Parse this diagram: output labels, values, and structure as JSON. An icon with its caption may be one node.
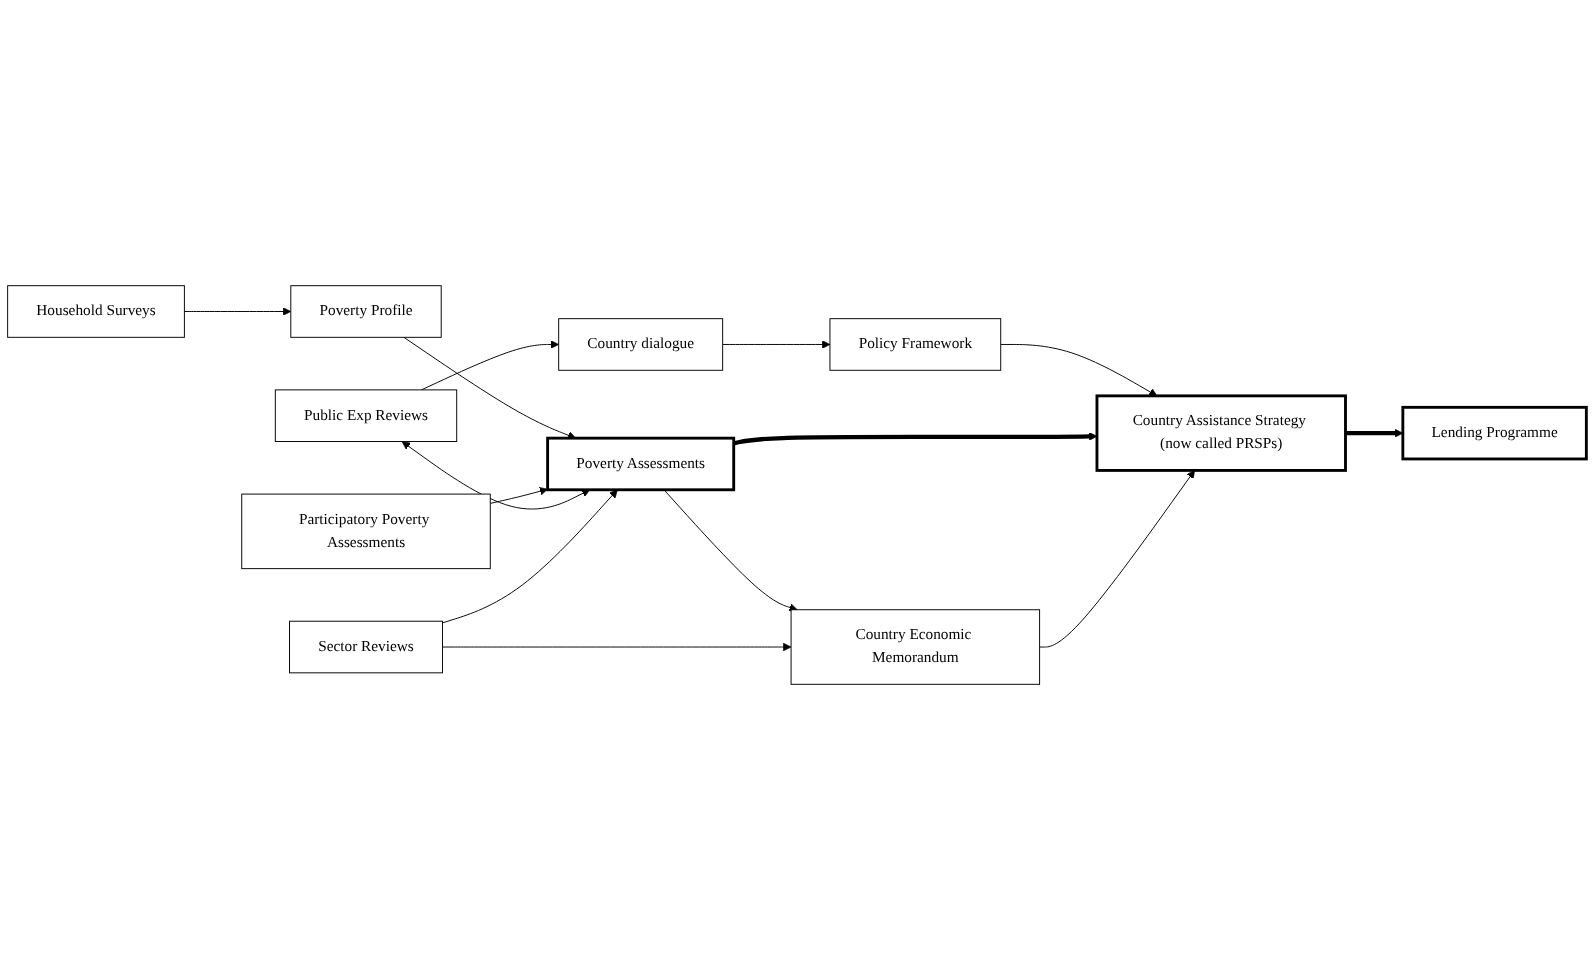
{
  "diagram": {
    "nodes": [
      {
        "text": [
          "Household Surveys"
        ]
      },
      {
        "text": [
          "Poverty Profile"
        ]
      },
      {
        "text": [
          "Participatory Poverty Assessments"
        ]
      },
      {
        "text": [
          "Public Exp Reviews"
        ]
      },
      {
        "text": [
          "Poverty Assessments"
        ]
      },
      {
        "text": [
          "Sector Reviews"
        ]
      },
      {
        "text": [
          "Country dialogue"
        ]
      },
      {
        "text": [
          "Policy Framework"
        ]
      },
      {
        "text": [
          "Country Assistance Strategy (now called PRSPs)"
        ]
      },
      {
        "text": [
          "Country Economic Memorandum"
        ]
      },
      {
        "text": [
          "Lending Programme"
        ]
      }
    ],
    "edges": [
      {
        "from": 0,
        "to": 1,
        "arrow": "to"
      },
      {
        "from": 1,
        "to": 4,
        "arrow": "to"
      },
      {
        "from": 2,
        "to": 4,
        "arrow": "to"
      },
      {
        "from": 3,
        "to": 4,
        "arrow": "both"
      },
      {
        "from": 3,
        "to": 6,
        "arrow": "to"
      },
      {
        "from": 6,
        "to": 7,
        "arrow": "to"
      },
      {
        "from": 7,
        "to": 8,
        "arrow": "to"
      },
      {
        "from": 4,
        "to": 8,
        "arrow": "to",
        "style": "thick"
      },
      {
        "from": 8,
        "to": 10,
        "arrow": "to",
        "style": "thick"
      },
      {
        "from": 4,
        "to": 9,
        "arrow": "to"
      },
      {
        "from": 5,
        "to": 4,
        "arrow": "to"
      },
      {
        "from": 5,
        "to": 9,
        "arrow": "to"
      },
      {
        "from": 9,
        "to": 8,
        "arrow": "to"
      }
    ]
  }
}
